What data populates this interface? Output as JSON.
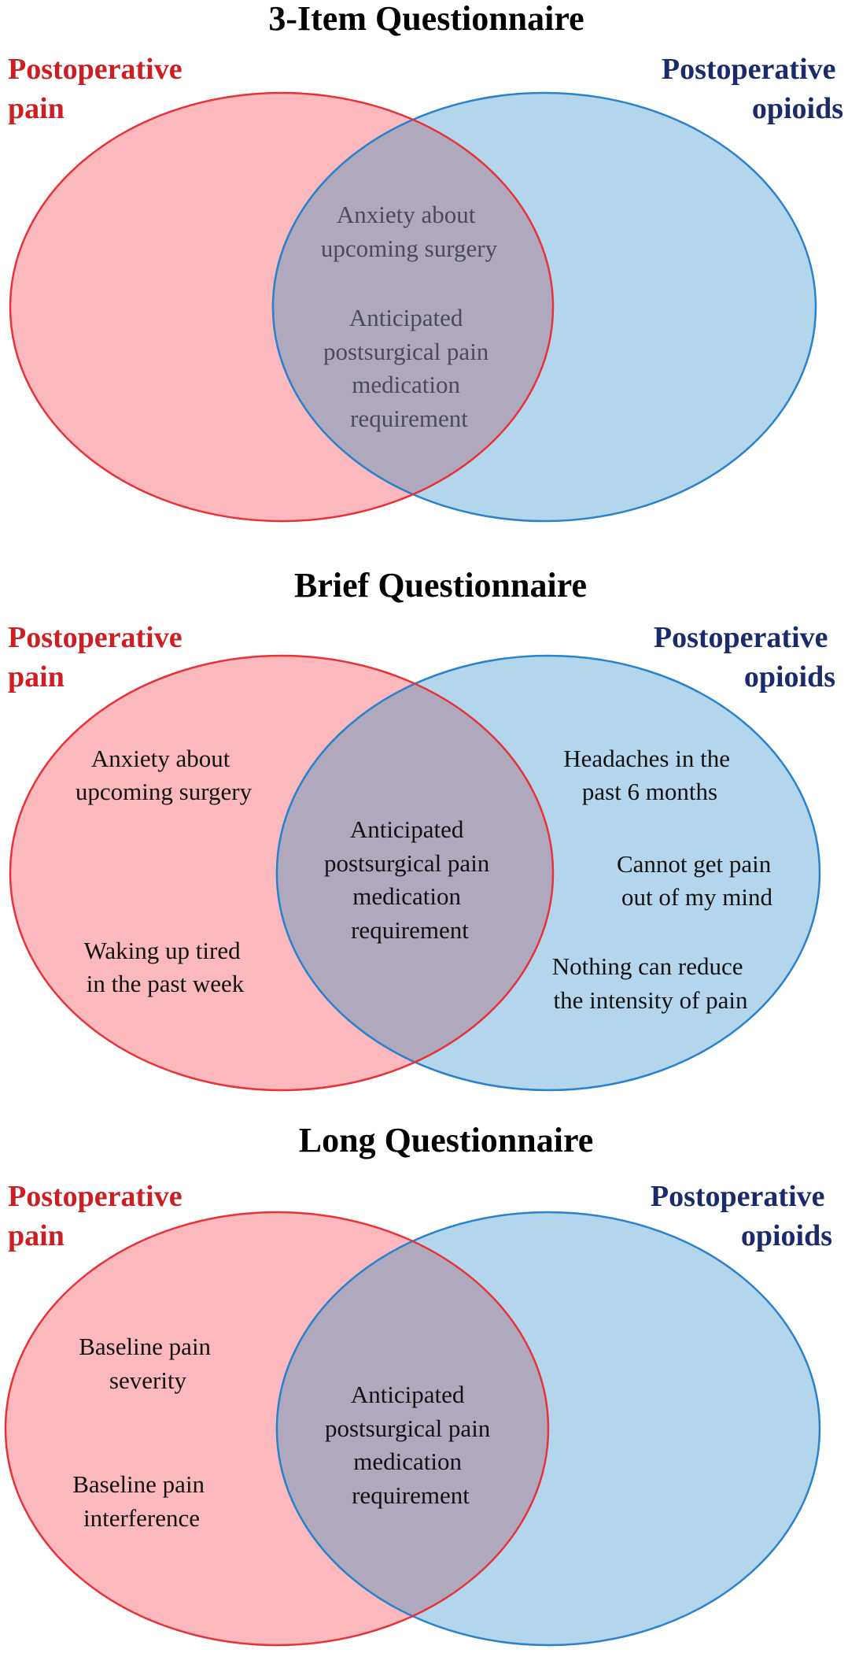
{
  "colors": {
    "pain_fill": "#fbb9bd",
    "pain_stroke": "#e8323a",
    "opioid_fill": "#b3d6ec",
    "opioid_stroke": "#2a82cc",
    "overlap_fill": "#b0a9be",
    "pain_label": "#cc1f24",
    "opioid_label": "#1b2a6b"
  },
  "panels": [
    {
      "title": "3-Item Questionnaire",
      "left_label": [
        "Postoperative",
        "pain"
      ],
      "right_label": [
        "Postoperative",
        "opioids"
      ],
      "pain_only": [],
      "overlap": [
        [
          "Anxiety about",
          "upcoming surgery"
        ],
        [
          "Anticipated",
          "postsurgical pain",
          "medication",
          "requirement"
        ]
      ],
      "opioid_only": []
    },
    {
      "title": "Brief Questionnaire",
      "left_label": [
        "Postoperative",
        "pain"
      ],
      "right_label": [
        "Postoperative",
        "opioids"
      ],
      "pain_only": [
        [
          "Anxiety about",
          "upcoming surgery"
        ],
        [
          "Waking up tired",
          "in the past week"
        ]
      ],
      "overlap": [
        [
          "Anticipated",
          "postsurgical pain",
          "medication",
          "requirement"
        ]
      ],
      "opioid_only": [
        [
          "Headaches in the",
          "past 6 months"
        ],
        [
          "Cannot get pain",
          "out of my mind"
        ],
        [
          "Nothing can reduce",
          "the intensity of pain"
        ]
      ]
    },
    {
      "title": "Long Questionnaire",
      "left_label": [
        "Postoperative",
        "pain"
      ],
      "right_label": [
        "Postoperative",
        "opioids"
      ],
      "pain_only": [
        [
          "Baseline pain",
          "severity"
        ],
        [
          "Baseline pain",
          "interference"
        ]
      ],
      "overlap": [
        [
          "Anticipated",
          "postsurgical pain",
          "medication",
          "requirement"
        ]
      ],
      "opioid_only": []
    }
  ]
}
